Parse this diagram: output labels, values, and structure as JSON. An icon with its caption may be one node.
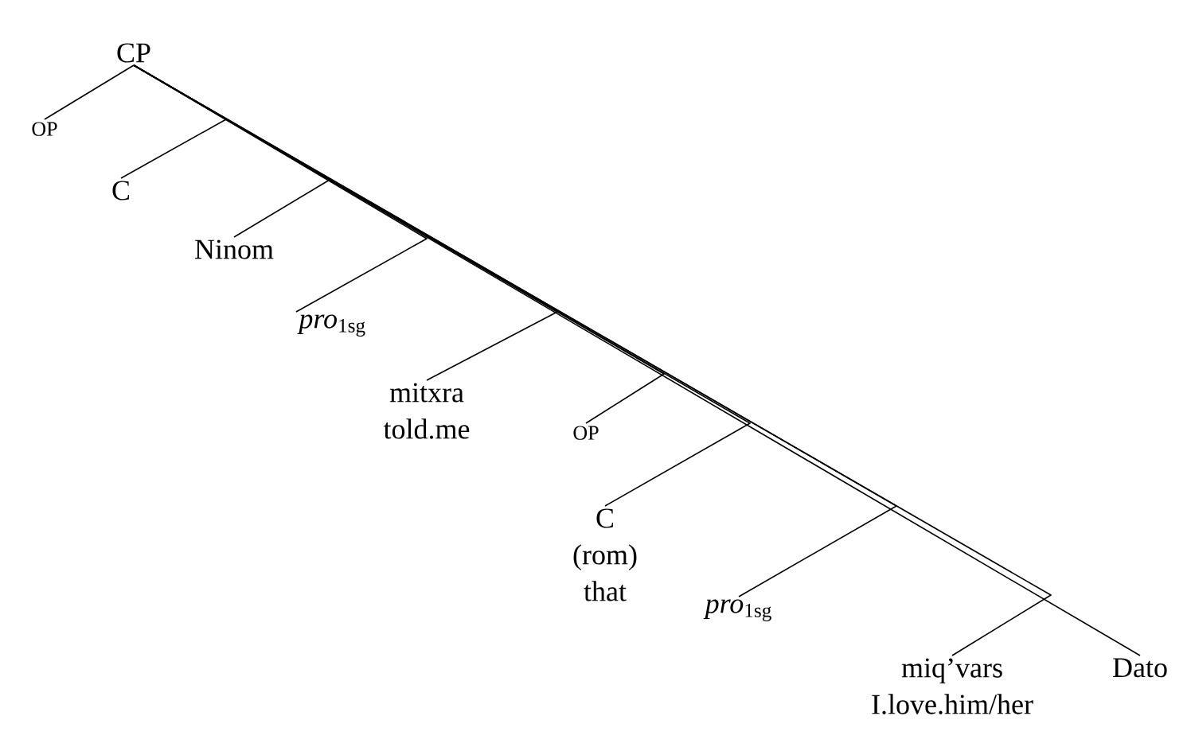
{
  "diagram": {
    "nodes": [
      {
        "text": [
          "CP"
        ]
      },
      {
        "text": [
          "OP"
        ]
      },
      {
        "text": [
          "C"
        ]
      },
      {
        "text": [
          "Ninom"
        ]
      },
      {
        "text": [
          "*pro*$_{1sg}$"
        ]
      },
      {
        "text": [
          "mitxra",
          "told.me"
        ]
      },
      {
        "text": [
          "OP"
        ]
      },
      {
        "text": [
          "C",
          "(rom)",
          "that"
        ]
      },
      {
        "text": [
          "*pro*$_{1sg}$"
        ]
      },
      {
        "text": [
          "miq’vars",
          "I.love.him/her"
        ]
      },
      {
        "text": [
          "Dato"
        ]
      }
    ],
    "edges": [
      {
        "from": 0,
        "to": 1,
        "arrow": "none"
      },
      {
        "from": 0,
        "to": 2,
        "arrow": "none"
      },
      {
        "from": 0,
        "to": 3,
        "arrow": "none"
      },
      {
        "from": 0,
        "to": 4,
        "arrow": "none"
      },
      {
        "from": 0,
        "to": 5,
        "arrow": "none"
      },
      {
        "from": 0,
        "to": 6,
        "arrow": "none"
      },
      {
        "from": 0,
        "to": 7,
        "arrow": "none"
      },
      {
        "from": 0,
        "to": 8,
        "arrow": "none"
      },
      {
        "from": 0,
        "to": 9,
        "arrow": "none"
      },
      {
        "from": 0,
        "to": 10,
        "arrow": "none"
      }
    ]
  }
}
